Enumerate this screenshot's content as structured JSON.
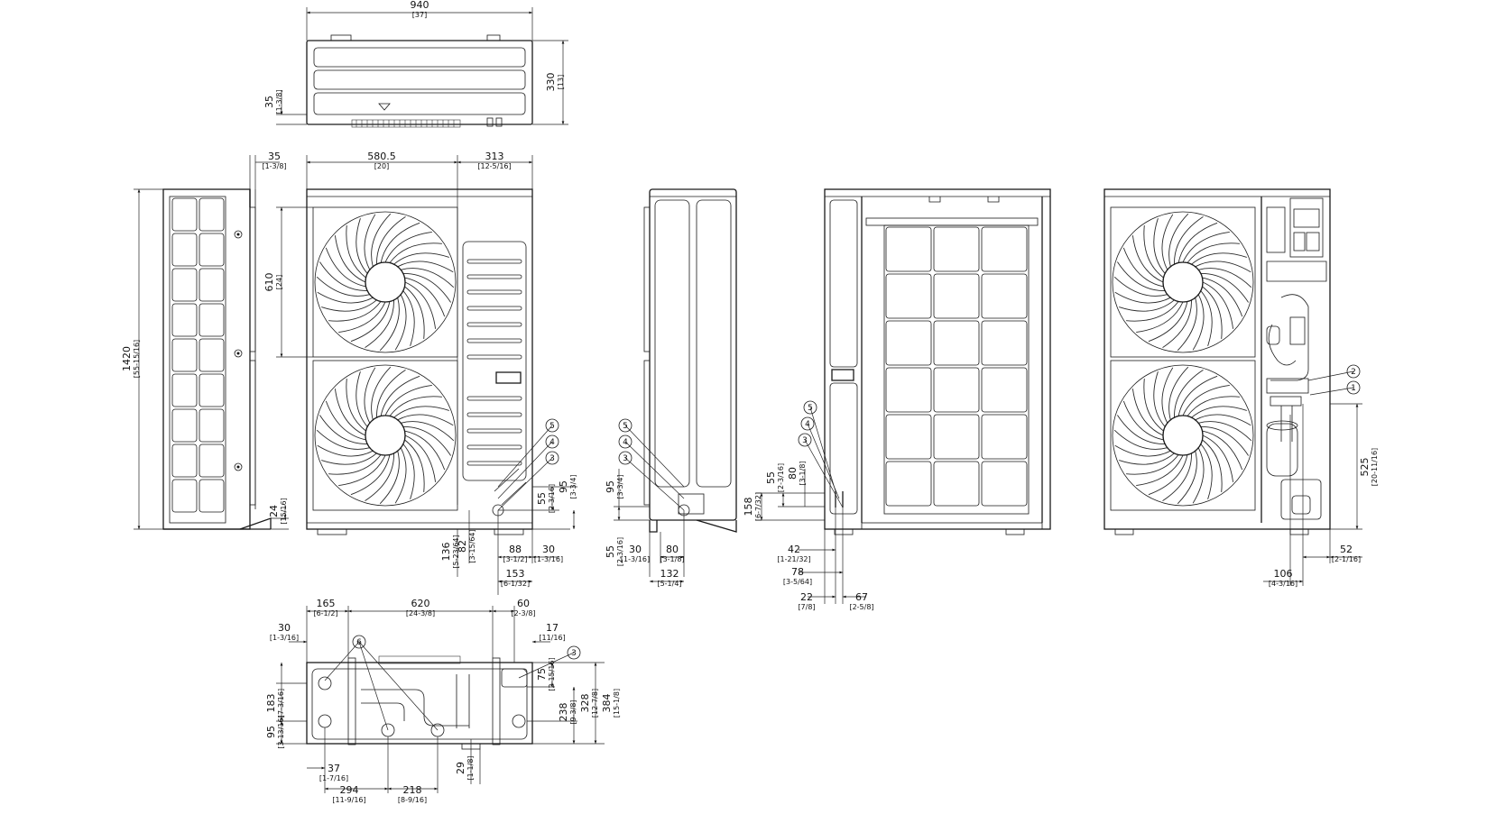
{
  "dimensions": [
    {
      "id": "top_width",
      "value": "940",
      "sub": "[37]"
    },
    {
      "id": "top_depth",
      "value": "330",
      "sub": "[13]"
    },
    {
      "id": "top_offset",
      "value": "35",
      "sub": "[1-3/8]"
    },
    {
      "id": "side_top",
      "value": "35",
      "sub": "[1-3/8]"
    },
    {
      "id": "height",
      "value": "1420",
      "sub": "[55-15/16]"
    },
    {
      "id": "side_foot",
      "value": "24",
      "sub": "[15/16]"
    },
    {
      "id": "front_580",
      "value": "580.5",
      "sub": "[20]"
    },
    {
      "id": "front_313",
      "value": "313",
      "sub": "[12-5/16]"
    },
    {
      "id": "front_610",
      "value": "610",
      "sub": "[24]"
    },
    {
      "id": "front_55",
      "value": "55",
      "sub": "[2-3/16]"
    },
    {
      "id": "front_95",
      "value": "95",
      "sub": "[3-3/4]"
    },
    {
      "id": "front_136",
      "value": "136",
      "sub": "[5-23/64]"
    },
    {
      "id": "front_82",
      "value": "82",
      "sub": "[3-15/64]"
    },
    {
      "id": "front_88",
      "value": "88",
      "sub": "[3-1/2]"
    },
    {
      "id": "front_30",
      "value": "30",
      "sub": "[1-3/16]"
    },
    {
      "id": "front_153",
      "value": "153",
      "sub": "[6-1/32]"
    },
    {
      "id": "side2_95",
      "value": "95",
      "sub": "[3-3/4]"
    },
    {
      "id": "side2_55",
      "value": "55",
      "sub": "[2-3/16]"
    },
    {
      "id": "side2_30",
      "value": "30",
      "sub": "[1-3/16]"
    },
    {
      "id": "side2_80",
      "value": "80",
      "sub": "[3-1/8]"
    },
    {
      "id": "side2_132",
      "value": "132",
      "sub": "[5-1/4]"
    },
    {
      "id": "back_158",
      "value": "158",
      "sub": "[6-7/32]"
    },
    {
      "id": "back_55",
      "value": "55",
      "sub": "[2-3/16]"
    },
    {
      "id": "back_80",
      "value": "80",
      "sub": "[3-1/8]"
    },
    {
      "id": "back_42",
      "value": "42",
      "sub": "[1-21/32]"
    },
    {
      "id": "back_78",
      "value": "78",
      "sub": "[3-5/64]"
    },
    {
      "id": "back_22",
      "value": "22",
      "sub": "[7/8]"
    },
    {
      "id": "back_67",
      "value": "67",
      "sub": "[2-5/8]"
    },
    {
      "id": "open_525",
      "value": "525",
      "sub": "[20-11/16]"
    },
    {
      "id": "open_52",
      "value": "52",
      "sub": "[2-1/16]"
    },
    {
      "id": "open_106",
      "value": "106",
      "sub": "[4-3/16]"
    },
    {
      "id": "base_165",
      "value": "165",
      "sub": "[6-1/2]"
    },
    {
      "id": "base_620",
      "value": "620",
      "sub": "[24-3/8]"
    },
    {
      "id": "base_60",
      "value": "60",
      "sub": "[2-3/8]"
    },
    {
      "id": "base_30",
      "value": "30",
      "sub": "[1-3/16]"
    },
    {
      "id": "base_17",
      "value": "17",
      "sub": "[11/16]"
    },
    {
      "id": "base_183",
      "value": "183",
      "sub": "[7-3/16]"
    },
    {
      "id": "base_95",
      "value": "95",
      "sub": "[3-13/16]"
    },
    {
      "id": "base_75",
      "value": "75",
      "sub": "[2-15/16]"
    },
    {
      "id": "base_238",
      "value": "238",
      "sub": "[9-3/8]"
    },
    {
      "id": "base_328",
      "value": "328",
      "sub": "[12-7/8]"
    },
    {
      "id": "base_384",
      "value": "384",
      "sub": "[15-1/8]"
    },
    {
      "id": "base_37",
      "value": "37",
      "sub": "[1-7/16]"
    },
    {
      "id": "base_294",
      "value": "294",
      "sub": "[11-9/16]"
    },
    {
      "id": "base_218",
      "value": "218",
      "sub": "[8-9/16]"
    },
    {
      "id": "base_29",
      "value": "29",
      "sub": "[1-1/8]"
    }
  ],
  "callouts": [
    "1",
    "2",
    "3",
    "4",
    "5",
    "6"
  ]
}
